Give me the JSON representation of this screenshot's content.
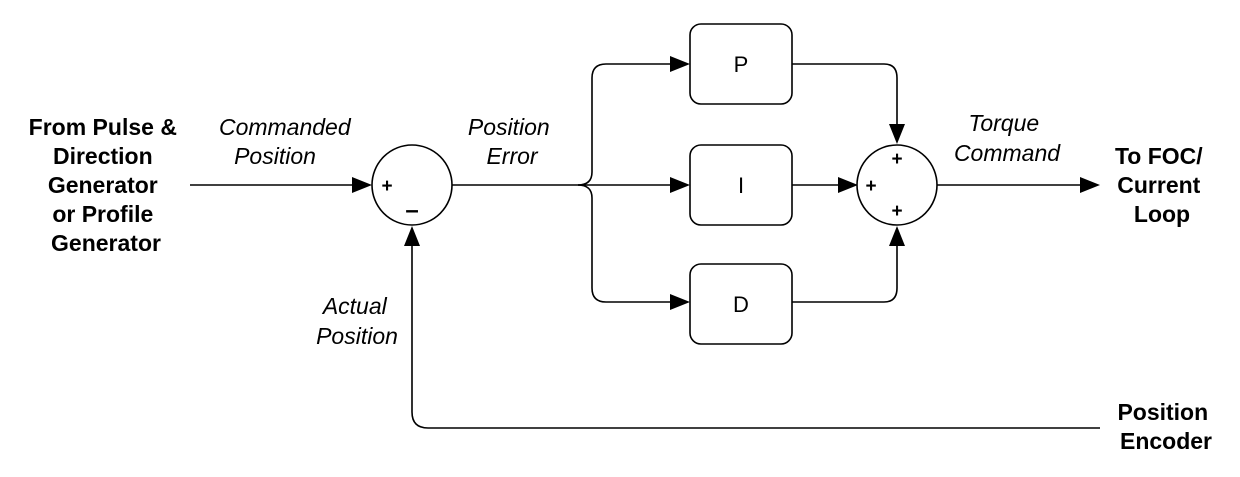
{
  "source_label": [
    "From Pulse &",
    "Direction",
    "Generator",
    "or Profile",
    "Generator"
  ],
  "commanded_position_label": [
    "Commanded",
    "Position"
  ],
  "position_error_label": [
    "Position",
    "Error"
  ],
  "actual_position_label": [
    "Actual",
    "Position"
  ],
  "torque_command_label": [
    "Torque",
    "Command"
  ],
  "output_label": [
    "To FOC/",
    "Current",
    "Loop"
  ],
  "encoder_label": [
    "Position",
    "Encoder"
  ],
  "blocks": {
    "p": "P",
    "i": "I",
    "d": "D"
  },
  "summing_junction_error": {
    "plus": "+",
    "minus": "–"
  },
  "summing_junction_pid": {
    "top": "+",
    "left": "+",
    "bottom": "+"
  }
}
